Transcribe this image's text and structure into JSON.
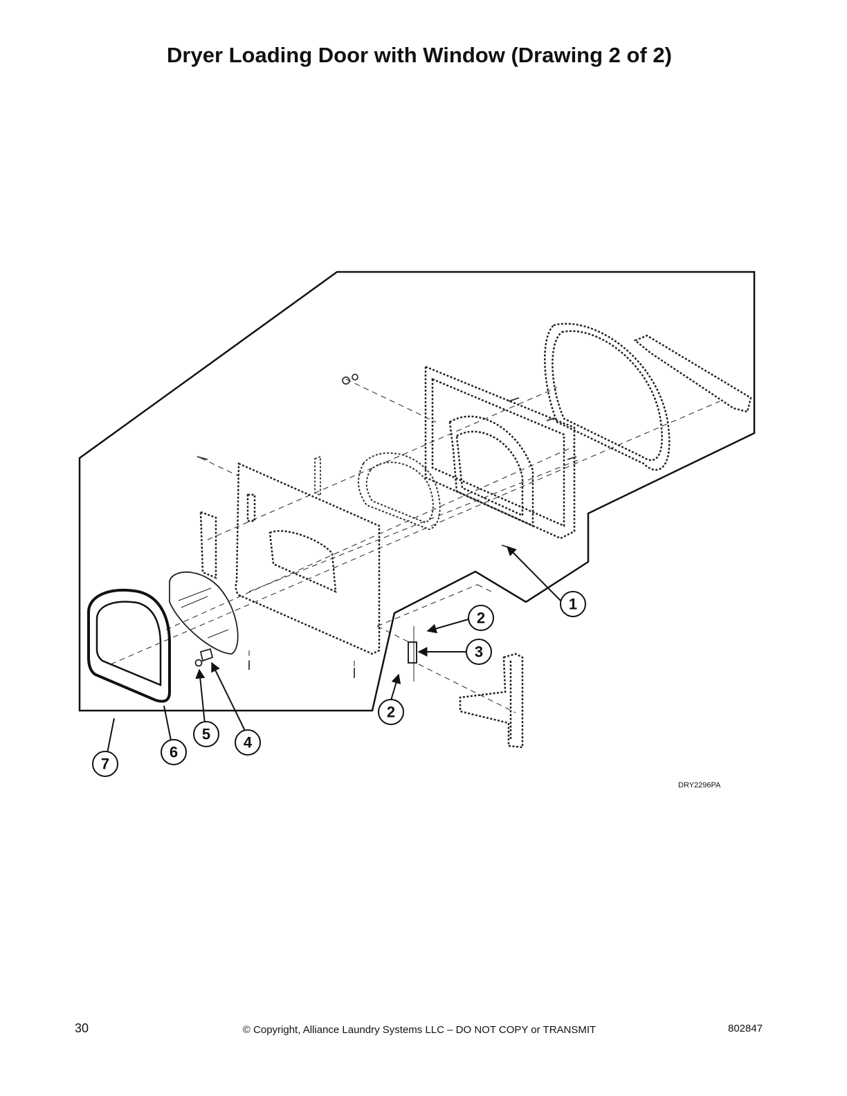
{
  "title": "Dryer Loading Door with Window (Drawing 2 of 2)",
  "drawing_number": "DRY2296PA",
  "callouts": [
    {
      "id": "callout-1",
      "label": "1"
    },
    {
      "id": "callout-2-upper",
      "label": "2"
    },
    {
      "id": "callout-3",
      "label": "3"
    },
    {
      "id": "callout-2-lower",
      "label": "2"
    },
    {
      "id": "callout-4",
      "label": "4"
    },
    {
      "id": "callout-5",
      "label": "5"
    },
    {
      "id": "callout-6",
      "label": "6"
    },
    {
      "id": "callout-7",
      "label": "7"
    }
  ],
  "footer": {
    "page_number": "30",
    "copyright": "© Copyright, Alliance Laundry Systems LLC – DO NOT COPY or TRANSMIT",
    "document_number": "802847"
  }
}
